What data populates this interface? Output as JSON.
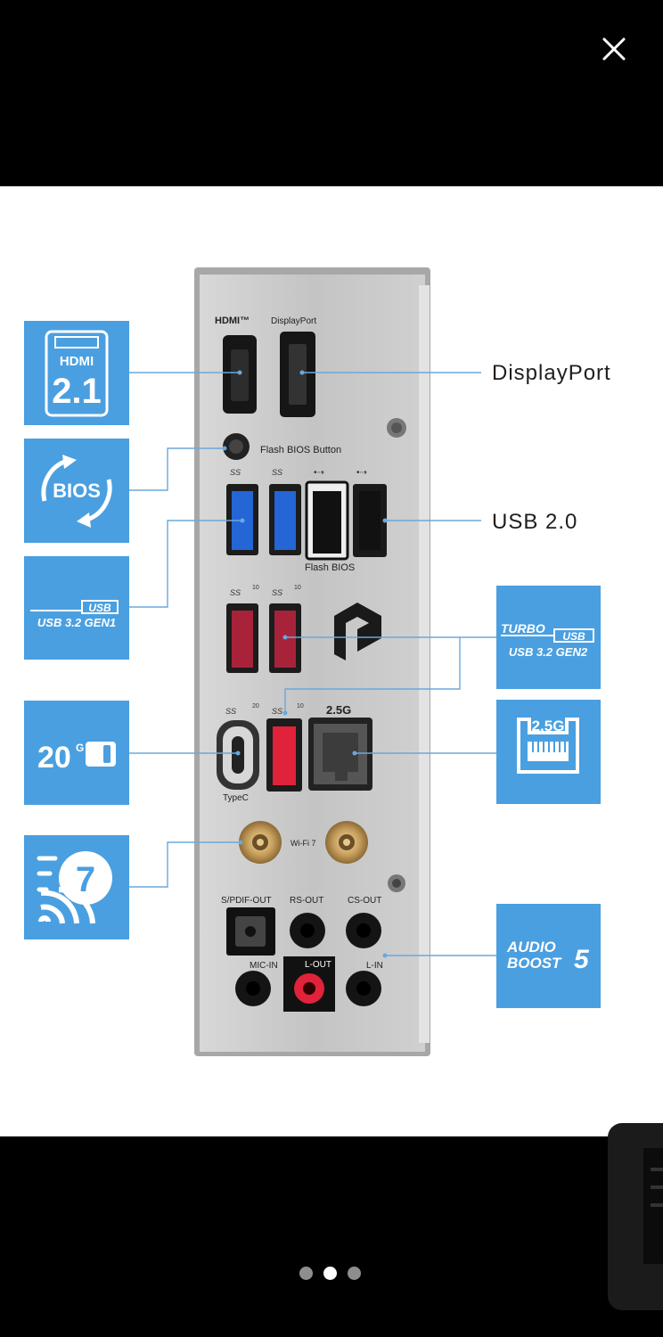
{
  "viewer": {
    "close_icon": "close-icon",
    "pager": {
      "count": 3,
      "active_index": 1
    }
  },
  "image": {
    "callouts": {
      "displayport": "DisplayPort",
      "usb20": "USB 2.0"
    },
    "badges": {
      "hdmi": {
        "brand": "HDMI",
        "version": "2.1"
      },
      "bios": "BIOS",
      "usb_gen1": {
        "logo": "USB",
        "text": "USB 3.2 GEN1"
      },
      "usb_gen2": {
        "turbo": "TURBO",
        "logo": "USB",
        "text": "USB 3.2 GEN2"
      },
      "usb20g": {
        "value": "20",
        "unit": "G"
      },
      "lan": "2.5G",
      "wifi": "7",
      "audio": {
        "line1": "AUDIO",
        "line2": "BOOST",
        "num": "5"
      }
    },
    "panel_labels": {
      "hdmi_logo": "HDMI™",
      "displayport": "DisplayPort",
      "flash_bios_button": "Flash BIOS Button",
      "flash_bios": "Flash BIOS",
      "lan": "2.5G",
      "typec": "TypeC",
      "wifi": "Wi-Fi 7",
      "spdif": "S/PDIF-OUT",
      "rs_out": "RS-OUT",
      "cs_out": "CS-OUT",
      "mic_in": "MIC-IN",
      "l_out": "L-OUT",
      "l_in": "L-IN",
      "ss": "SS",
      "ss10": "10",
      "ss20": "20"
    },
    "colors": {
      "badge_blue": "#4a9fe0",
      "panel_silver": "#c9c9c9",
      "usb_gen1_blue": "#2566d6",
      "usb_gen2_red": "#a8233a",
      "audio_red": "#e0223a",
      "line_blue": "#6aa8dc"
    }
  }
}
